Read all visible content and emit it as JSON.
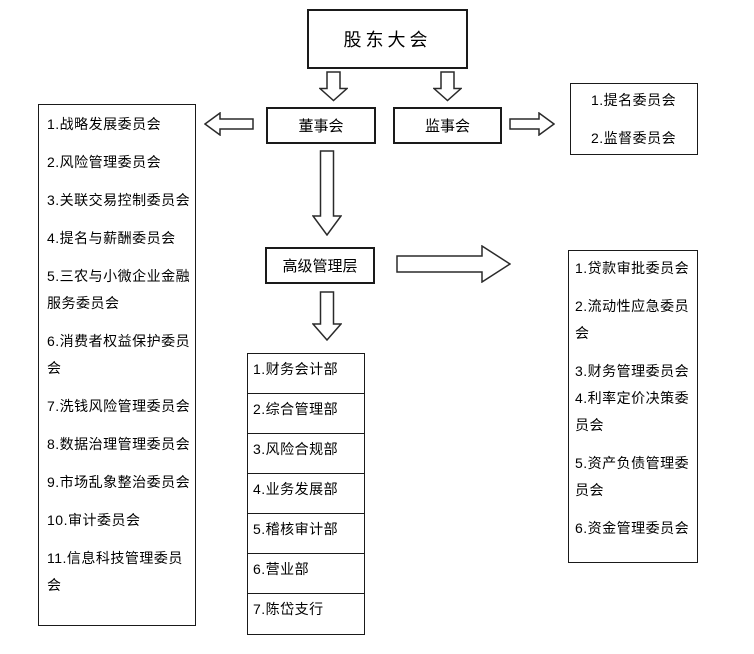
{
  "diagram": {
    "nodes": {
      "shareholders": "股东大会",
      "board": "董事会",
      "supervisors": "监事会",
      "management": "高级管理层"
    },
    "board_committees": {
      "items": [
        "1.战略发展委员会",
        "2.风险管理委员会",
        "3.关联交易控制委员会",
        "4.提名与薪酬委员会",
        "5.三农与小微企业金融\n服务委员会",
        "6.消费者权益保护委员\n会",
        "7.洗钱风险管理委员会",
        "8.数据治理管理委员会",
        "9.市场乱象整治委员会",
        "10.审计委员会",
        "11.信息科技管理委员\n会"
      ]
    },
    "supervisory_committees": {
      "items": [
        "1.提名委员会",
        "2.监督委员会"
      ]
    },
    "management_committees": {
      "items": [
        "1.贷款审批委员会",
        "2.流动性应急委员\n会",
        "3.财务管理委员会",
        "4.利率定价决策委\n员会",
        "5.资产负债管理委\n员会",
        "6.资金管理委员会"
      ]
    },
    "departments": {
      "items": [
        "1.财务会计部",
        "2.综合管理部",
        "3.风险合规部",
        "4.业务发展部",
        "5.稽核审计部",
        "6.营业部",
        "7.陈岱支行"
      ]
    },
    "colors": {
      "line": "#1a1a1a",
      "background": "#ffffff"
    }
  }
}
